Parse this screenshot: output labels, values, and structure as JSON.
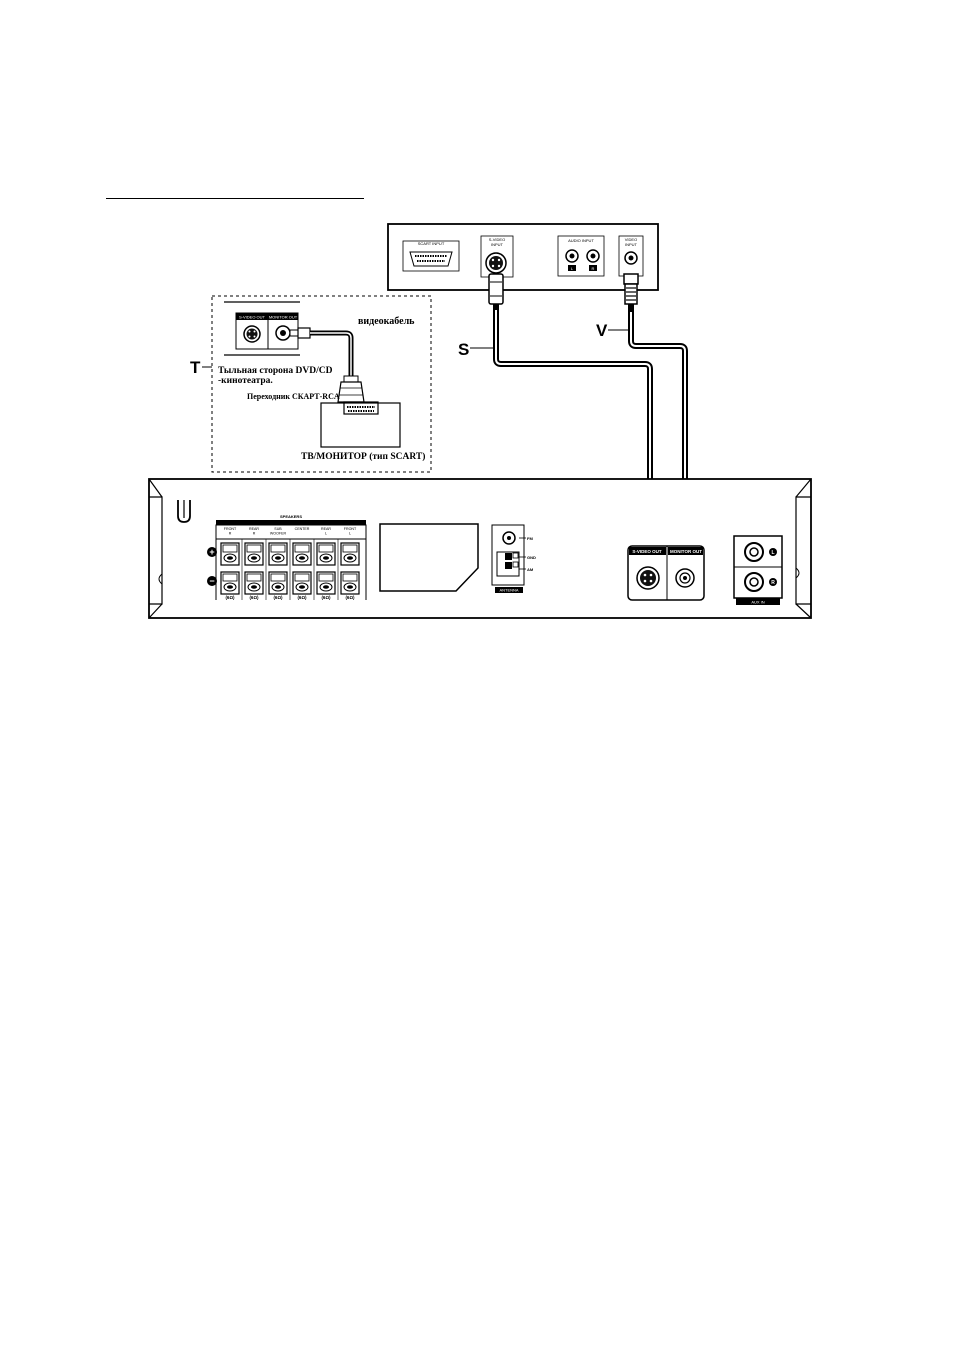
{
  "tv_panel": {
    "scart_input": "SCART INPUT",
    "svideo_input": [
      "S-VIDEO",
      "INPUT"
    ],
    "audio_input": "AUDIO INPUT",
    "audio_l": "L",
    "audio_r": "R",
    "video_input": [
      "VIDEO",
      "INPUT"
    ]
  },
  "callouts": {
    "S": "S",
    "V": "V",
    "T": "T"
  },
  "inset": {
    "svideo_out": "S-VIDEO OUT",
    "monitor_out": "MONITOR OUT",
    "video_cable": "видеокабель",
    "rear_side": [
      "Тыльная сторона DVD/CD",
      "-кинотеатра."
    ],
    "adapter": "Переходник СКАРТ-RCA",
    "tv_monitor": "ТВ/МОНИТОР (тип SCART)"
  },
  "receiver": {
    "speakers_label": "SPEAKERS",
    "speaker_channels": [
      [
        "FRONT",
        "R"
      ],
      [
        "REAR",
        "R"
      ],
      [
        "SUB",
        "WOOFER"
      ],
      [
        "CENTER"
      ],
      [
        "REAR",
        "L"
      ],
      [
        "FRONT",
        "L"
      ]
    ],
    "impedances": [
      "(6Ω)",
      "(6Ω)",
      "(6Ω)",
      "(6Ω)",
      "(6Ω)",
      "(6Ω)"
    ],
    "plus_sign": "+",
    "minus_sign": "−",
    "fm": "FM",
    "gnd": "GND",
    "am": "AM",
    "antenna": "ANTENNA",
    "svideo_out": "S-VIDEO OUT",
    "monitor_out": "MONITOR OUT",
    "aux_in": "AUX IN",
    "aux_l": "L",
    "aux_r": "R"
  }
}
